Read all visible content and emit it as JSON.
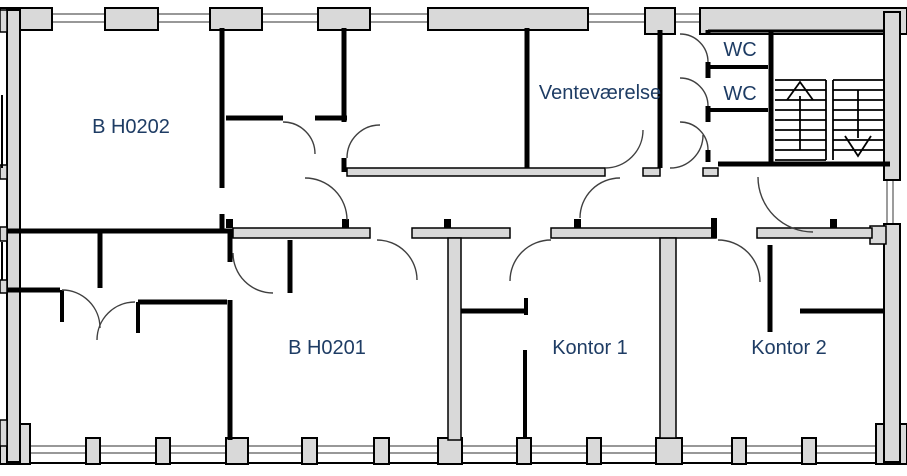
{
  "plan": {
    "type": "architectural-floor-plan",
    "rooms": {
      "bh0202": {
        "label": "B H0202"
      },
      "ventevaerelse": {
        "label": "Venteværelse"
      },
      "wc_top": {
        "label": "WC"
      },
      "wc_bottom": {
        "label": "WC"
      },
      "bh0201": {
        "label": "B H0201"
      },
      "kontor1": {
        "label": "Kontor 1"
      },
      "kontor2": {
        "label": "Kontor 2"
      }
    },
    "colors": {
      "background": "#ffffff",
      "wall_fill": "#d9d9d9",
      "wall_outline": "#000000",
      "label_text": "#1e3c64",
      "door_arc": "#404040"
    },
    "icons": {
      "stair_up_arrow": "up-arrow",
      "stair_down_arrow": "down-arrow"
    }
  }
}
